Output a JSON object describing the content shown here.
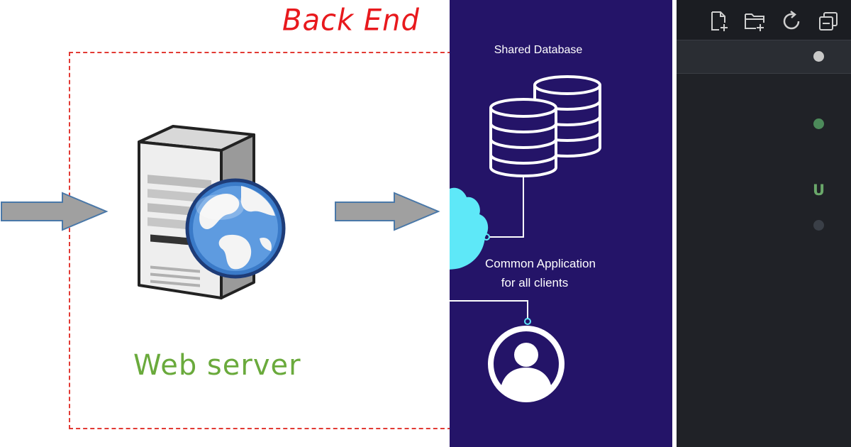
{
  "left_panel": {
    "title": "Back End",
    "server_label": "Web server"
  },
  "middle_panel": {
    "db_label": "Shared Database",
    "app_label_line1": "Common Application",
    "app_label_line2": "for all clients"
  },
  "right_panel": {
    "toolbar_icons": [
      "new-file-icon",
      "new-folder-icon",
      "refresh-icon",
      "collapse-all-icon"
    ],
    "status_letter": "U",
    "colors": {
      "modified_dot": "#c8c8c8",
      "added_dot": "#4c8a5a",
      "untracked_letter": "#6aa86a",
      "ignored_dot": "#3a3f47"
    }
  },
  "colors": {
    "backend_red": "#e8191d",
    "server_green": "#6aaa3c",
    "mid_background": "#241468",
    "cloud_cyan": "#5ee8f8",
    "arrow_gray": "#a0a0a0",
    "arrow_outline": "#4a78a8"
  }
}
